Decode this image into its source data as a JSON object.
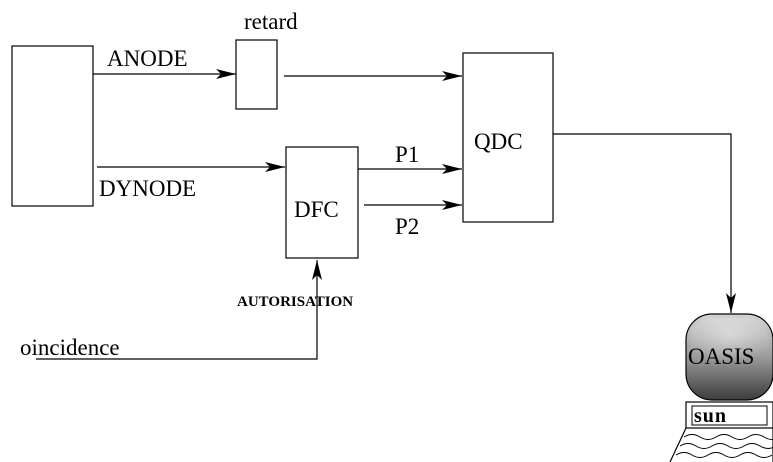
{
  "diagram": {
    "labels": {
      "retard": "retard",
      "anode": "ANODE",
      "dynode": "DYNODE",
      "dfc": "DFC",
      "qdc": "QDC",
      "p1": "P1",
      "p2": "P2",
      "autorisation": "AUTORISATION",
      "coincidence": "oincidence",
      "oasis": "OASIS",
      "sun": "sun"
    }
  }
}
